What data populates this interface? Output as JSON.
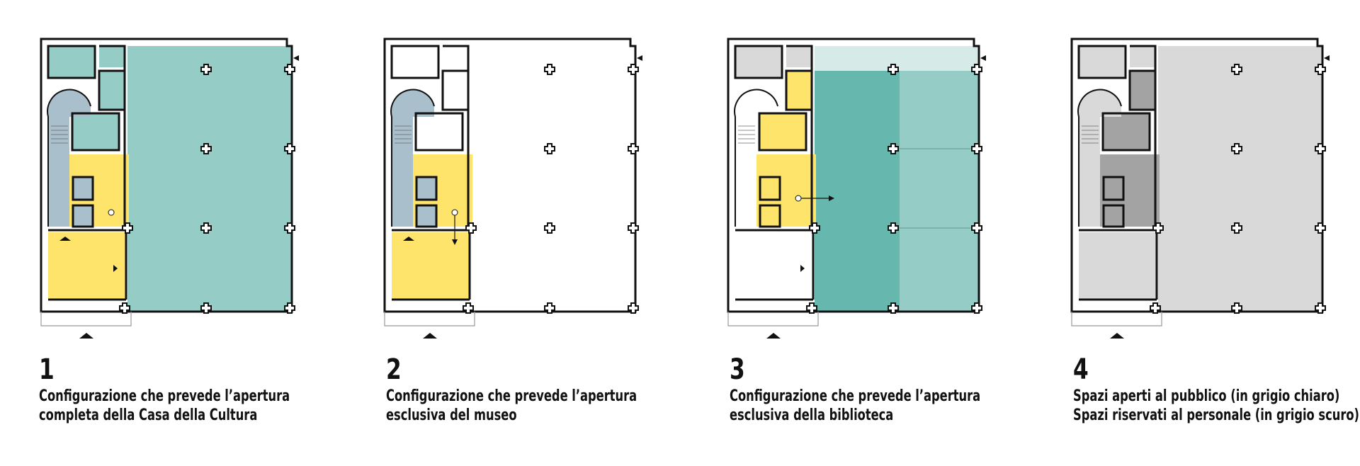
{
  "colors": {
    "teal_light": "#95ccc5",
    "teal_dark": "#66b8ae",
    "teal_pale": "#d6ebe8",
    "yellow": "#fee46a",
    "blue_grey": "#a9bfcc",
    "grey_light": "#d9d9d9",
    "grey_dark": "#a3a3a3",
    "wall": "#111111",
    "background": "#ffffff"
  },
  "panels": [
    {
      "number": "1",
      "caption_lines": [
        "Configurazione che prevede l’apertura",
        "completa della Casa della Cultura"
      ],
      "zones": {
        "hall": "teal_light",
        "top_left_rooms": "teal_light",
        "stair": "blue_grey",
        "middle_corridor": "yellow",
        "small_rooms": "blue_grey",
        "entrance_block": "yellow",
        "right_strip": "none"
      }
    },
    {
      "number": "2",
      "caption_lines": [
        "Configurazione che prevede l’apertura",
        "esclusiva del museo"
      ],
      "zones": {
        "hall": "none",
        "top_left_rooms": "none",
        "stair": "blue_grey",
        "middle_corridor": "yellow",
        "small_rooms": "blue_grey",
        "entrance_block": "yellow",
        "right_strip": "none"
      }
    },
    {
      "number": "3",
      "caption_lines": [
        "Configurazione che prevede l’apertura",
        "esclusiva della biblioteca"
      ],
      "zones": {
        "hall": "teal_split",
        "top_left_rooms": "grey_light",
        "stair": "none",
        "middle_corridor": "yellow",
        "small_rooms": "yellow",
        "entrance_block": "none",
        "right_strip": "teal_pale"
      }
    },
    {
      "number": "4",
      "caption_lines": [
        "Spazi aperti al pubblico (in grigio chiaro)",
        "Spazi riservati al personale (in grigio scuro)"
      ],
      "zones": {
        "hall": "grey_light",
        "top_left_rooms": "grey_light",
        "stair": "grey_light",
        "middle_corridor": "grey_dark",
        "small_rooms": "grey_dark",
        "entrance_block": "grey_light",
        "right_strip": "none"
      }
    }
  ]
}
